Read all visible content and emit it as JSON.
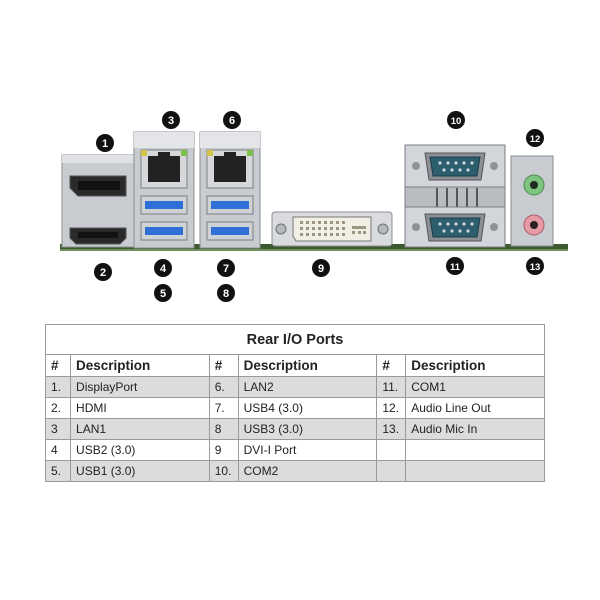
{
  "callouts": [
    "1",
    "2",
    "3",
    "4",
    "5",
    "6",
    "7",
    "8",
    "9",
    "10",
    "11",
    "12",
    "13"
  ],
  "table": {
    "caption": "Rear I/O Ports",
    "headers": [
      "#",
      "Description",
      "#",
      "Description",
      "#",
      "Description"
    ],
    "rows": [
      [
        {
          "num": "1.",
          "desc": "DisplayPort"
        },
        {
          "num": "6.",
          "desc": "LAN2"
        },
        {
          "num": "11.",
          "desc": "COM1"
        }
      ],
      [
        {
          "num": "2.",
          "desc": "HDMI"
        },
        {
          "num": "7.",
          "desc": "USB4 (3.0)"
        },
        {
          "num": "12.",
          "desc": "Audio Line Out"
        }
      ],
      [
        {
          "num": "3",
          "desc": "LAN1"
        },
        {
          "num": "8",
          "desc": "USB3 (3.0)"
        },
        {
          "num": "13.",
          "desc": "Audio Mic In"
        }
      ],
      [
        {
          "num": "4",
          "desc": "USB2 (3.0)"
        },
        {
          "num": "9",
          "desc": "DVI-I Port"
        },
        {
          "num": "",
          "desc": ""
        }
      ],
      [
        {
          "num": "5.",
          "desc": "USB1 (3.0)"
        },
        {
          "num": "10.",
          "desc": "COM2"
        },
        {
          "num": "",
          "desc": ""
        }
      ]
    ]
  },
  "colors": {
    "callout_fill": "#111111",
    "usb_blue": "#2f6fd6",
    "metal": "#c8cbd0",
    "board": "#3c5a2e",
    "jack_green": "#7cc47f",
    "jack_pink": "#e59aa6",
    "row_shade": "#dcdcdc"
  }
}
